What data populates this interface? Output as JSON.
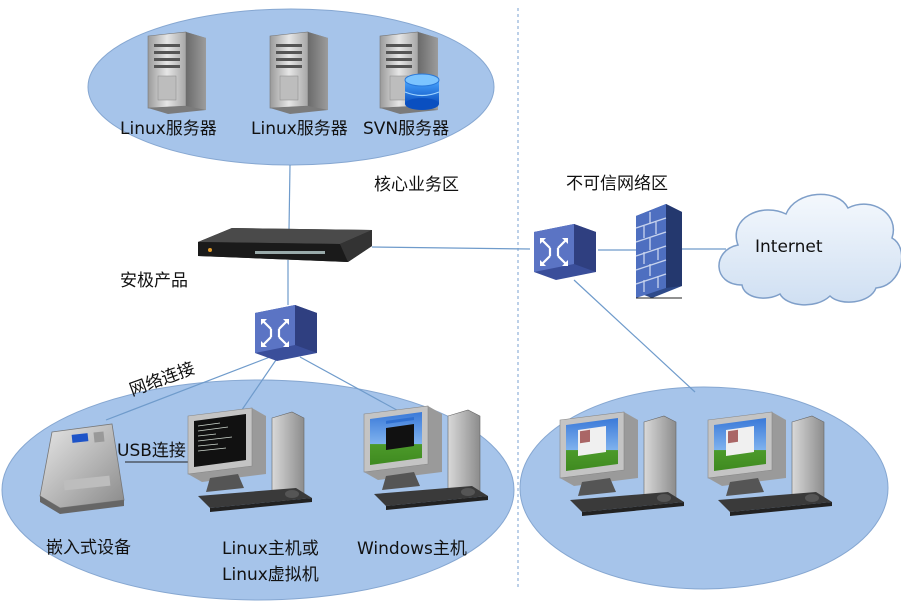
{
  "zones": {
    "core_label": "核心业务区",
    "untrusted_label": "不可信网络区"
  },
  "servers": [
    {
      "label": "Linux服务器",
      "icon": "tower-server-icon"
    },
    {
      "label": "Linux服务器",
      "icon": "tower-server-icon"
    },
    {
      "label": "SVN服务器",
      "icon": "database-server-icon"
    }
  ],
  "devices": {
    "anji_label": "安极产品",
    "cloud_label": "Internet",
    "switch_icon": "network-switch-icon",
    "firewall_icon": "firewall-icon"
  },
  "connections": {
    "network_label": "网络连接",
    "usb_label": "USB连接"
  },
  "clients": {
    "embedded_label": "嵌入式设备",
    "linux_host_label_1": "Linux主机或",
    "linux_host_label_2": "Linux虚拟机",
    "windows_host_label": "Windows主机"
  },
  "colors": {
    "zone_fill": "#a6c4ea",
    "zone_stroke": "#7f9fc9",
    "link_line": "#6f9bcb",
    "cloud_fill": "#e3edf9",
    "firewall_brick": "#3b5ea8",
    "switch_face": "#4d65b5"
  }
}
